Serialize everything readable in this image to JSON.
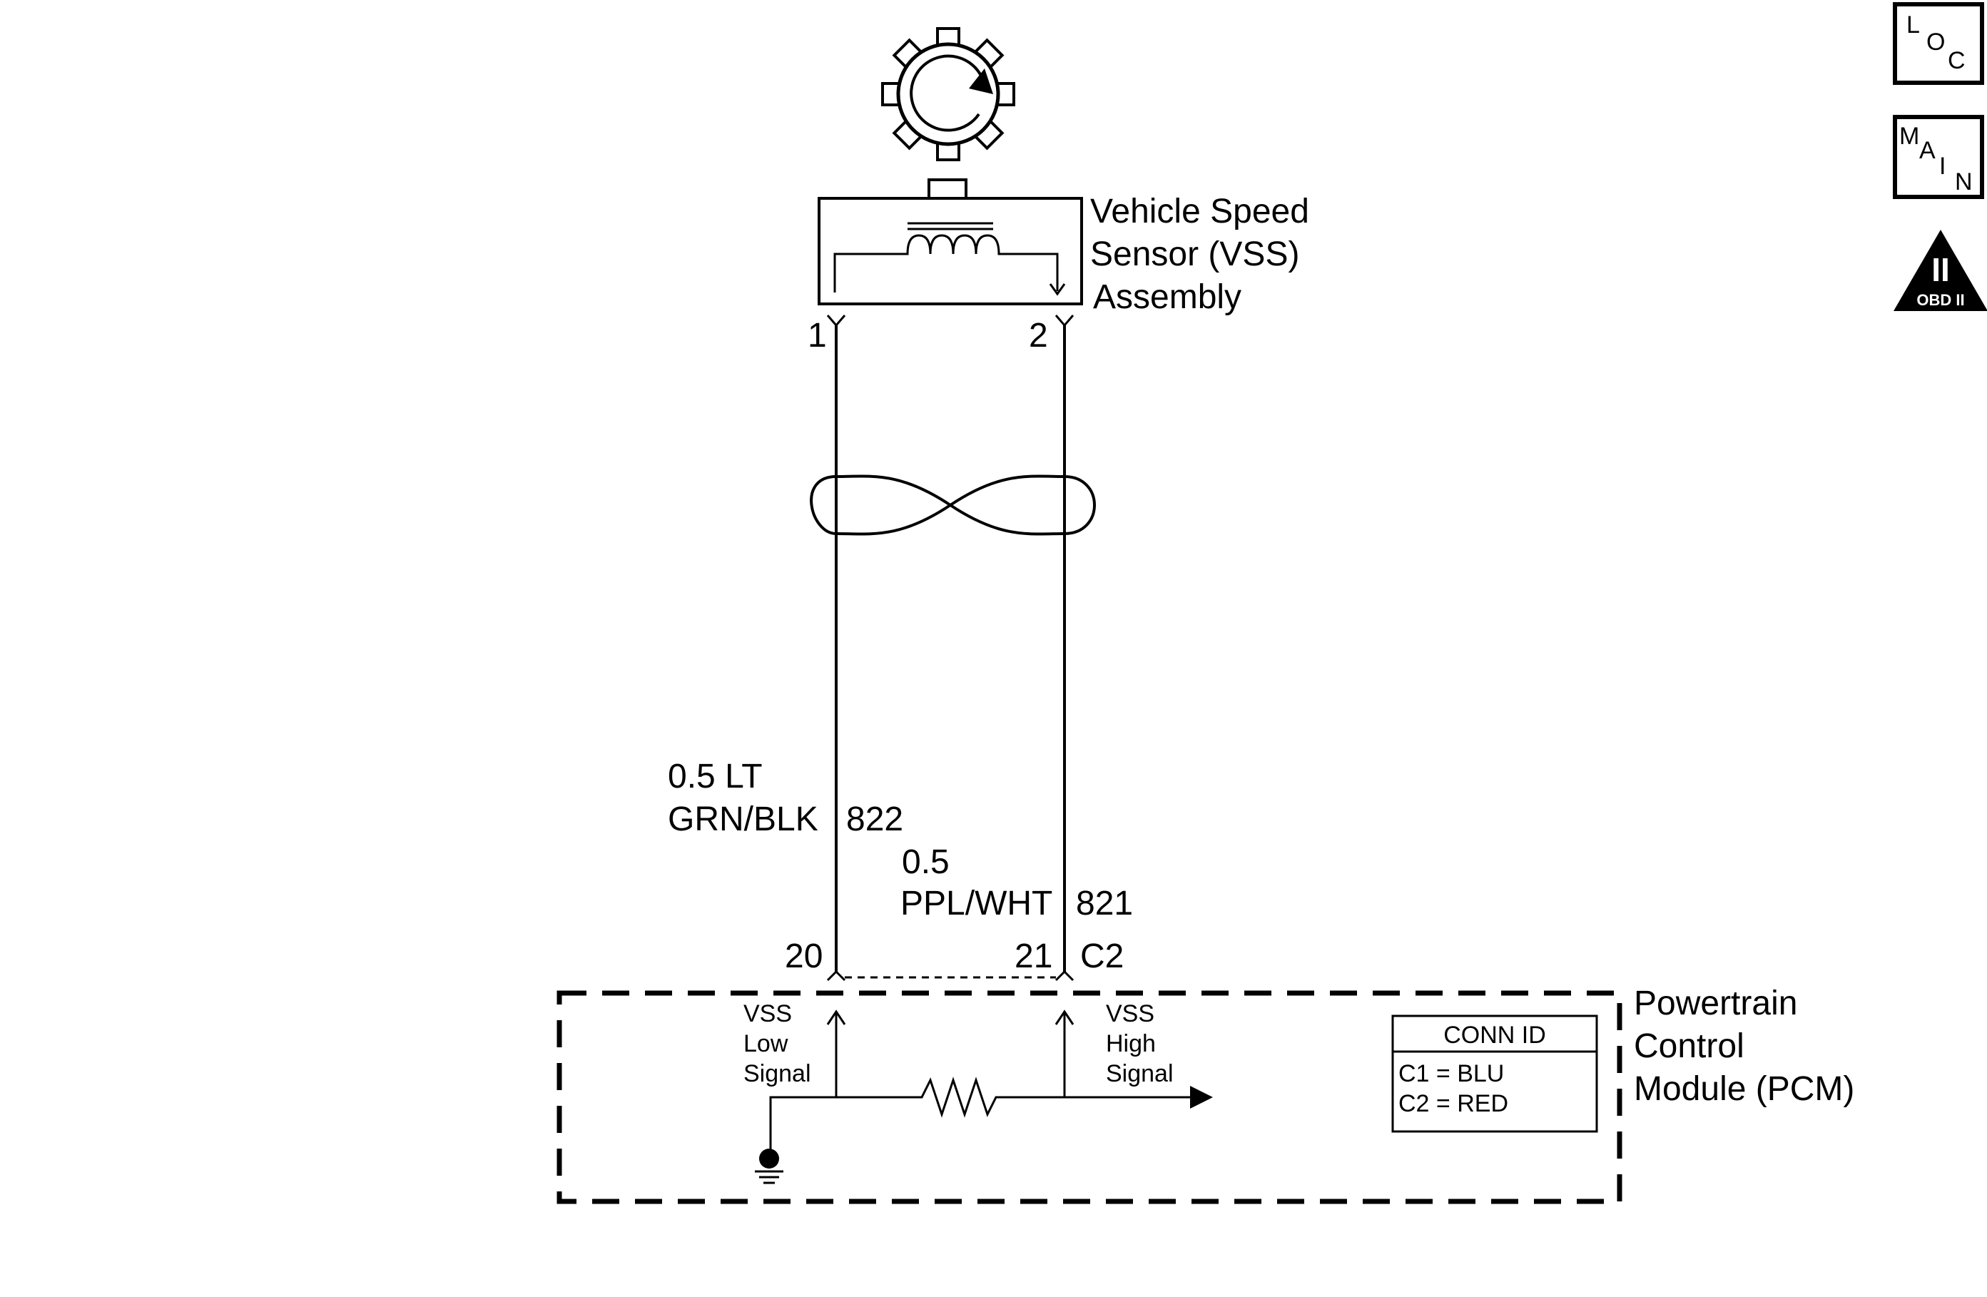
{
  "sensor": {
    "name_line1": "Vehicle Speed",
    "name_line2": "Sensor (VSS)",
    "name_line3": "Assembly",
    "pin_low": "1",
    "pin_high": "2"
  },
  "wires": {
    "low": {
      "gauge": "0.5 LT",
      "color": "GRN/BLK",
      "circuit": "822"
    },
    "high": {
      "gauge": "0.5",
      "color": "PPL/WHT",
      "circuit": "821"
    }
  },
  "pcm": {
    "name_line1": "Powertrain",
    "name_line2": "Control",
    "name_line3": "Module (PCM)",
    "pin_low": "20",
    "pin_high": "21",
    "connector": "C2",
    "low_label": [
      "VSS",
      "Low",
      "Signal"
    ],
    "high_label": [
      "VSS",
      "High",
      "Signal"
    ]
  },
  "conn_id": {
    "title": "CONN ID",
    "rows": [
      "C1 = BLU",
      "C2 = RED"
    ]
  },
  "nav_icons": {
    "loc": [
      "L",
      "O",
      "C"
    ],
    "main": [
      "M",
      "A",
      "I",
      "N"
    ],
    "obd": {
      "glyph": "II",
      "label": "OBD II"
    }
  }
}
